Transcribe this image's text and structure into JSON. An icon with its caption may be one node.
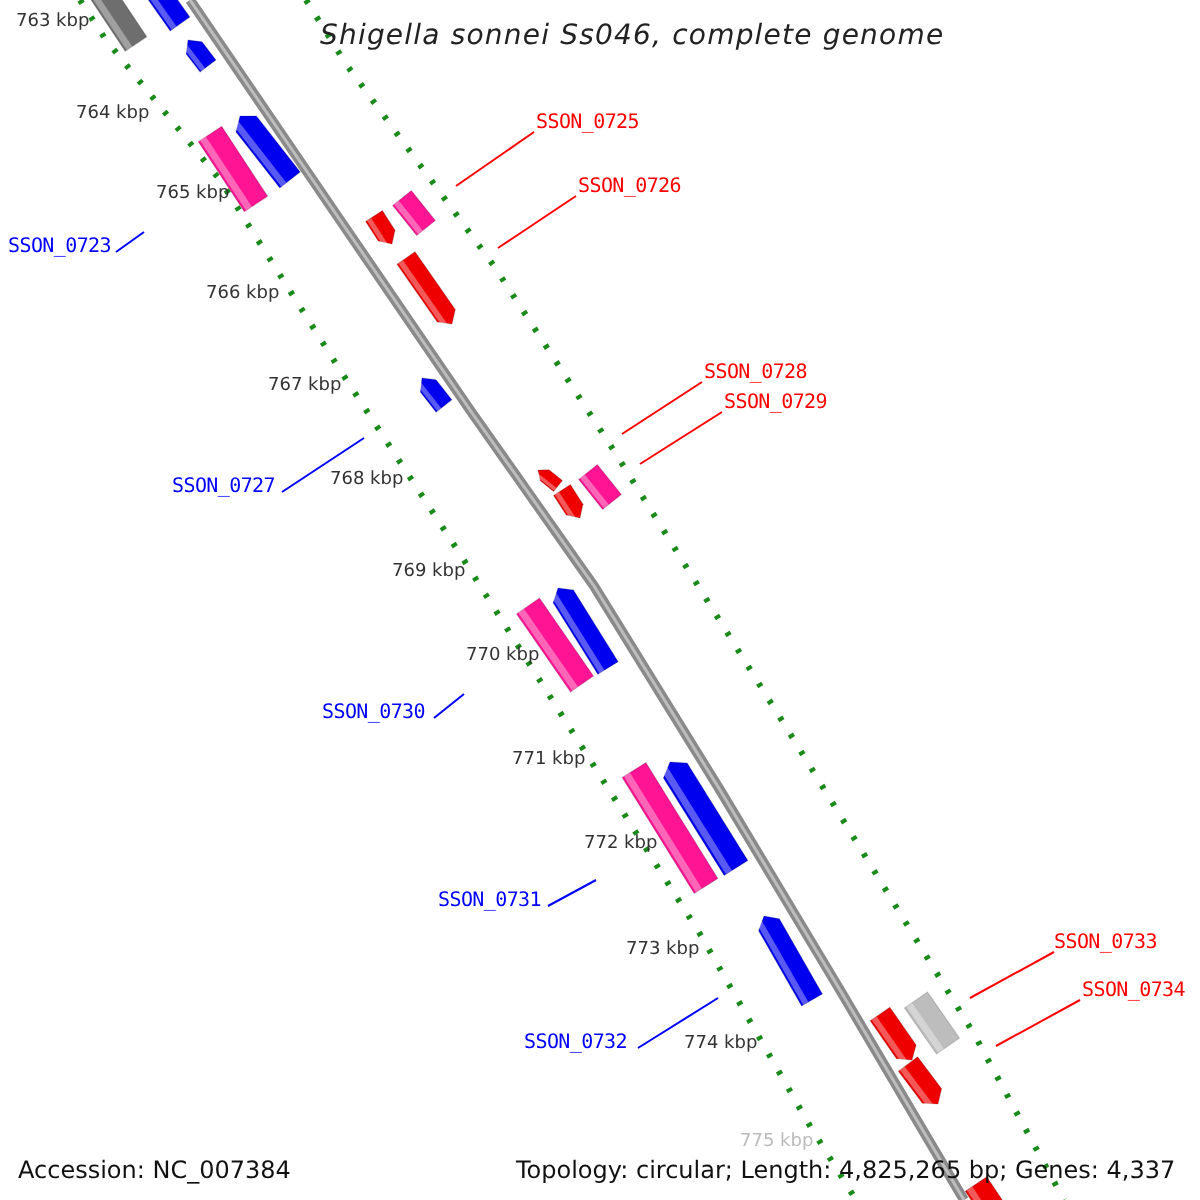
{
  "diagram": {
    "title": "Shigella sonnei Ss046, complete genome",
    "nodes": [
      {
        "text": [
          "SSON_0723"
        ]
      },
      {
        "text": [
          "SSON_0725"
        ]
      },
      {
        "text": [
          "SSON_0726"
        ]
      },
      {
        "text": [
          "SSON_0727"
        ]
      },
      {
        "text": [
          "SSON_0728"
        ]
      },
      {
        "text": [
          "SSON_0729"
        ]
      },
      {
        "text": [
          "SSON_0730"
        ]
      },
      {
        "text": [
          "SSON_0731"
        ]
      },
      {
        "text": [
          "SSON_0732"
        ]
      },
      {
        "text": [
          "SSON_0733"
        ]
      },
      {
        "text": [
          "SSON_0734"
        ]
      }
    ],
    "edges": [
      {
        "from": 0,
        "to": null,
        "arrow": "none",
        "color": "#0000ff"
      },
      {
        "from": 1,
        "to": null,
        "arrow": "none"
      },
      {
        "from": 2,
        "to": null,
        "arrow": "none"
      },
      {
        "from": 3,
        "to": null,
        "arrow": "none",
        "color": "#0000ff"
      },
      {
        "from": 4,
        "to": null,
        "arrow": "none"
      },
      {
        "from": 5,
        "to": null,
        "arrow": "none"
      },
      {
        "from": 6,
        "to": null,
        "arrow": "none",
        "color": "#0000ff"
      },
      {
        "from": 7,
        "to": null,
        "arrow": "none",
        "color": "#0000ff"
      },
      {
        "from": 8,
        "to": null,
        "arrow": "none",
        "color": "#0000ff"
      },
      {
        "from": 9,
        "to": null,
        "arrow": "none"
      },
      {
        "from": 10,
        "to": null,
        "arrow": "none"
      }
    ],
    "labels": [
      "763 kbp",
      "764 kbp",
      "765 kbp",
      "766 kbp",
      "767 kbp",
      "768 kbp",
      "769 kbp",
      "770 kbp",
      "771 kbp",
      "772 kbp",
      "773 kbp",
      "774 kbp",
      "775 kbp",
      "Accession: NC_007384",
      "Topology: circular; Length: 4,825,265 bp; Genes: 4,337"
    ]
  }
}
